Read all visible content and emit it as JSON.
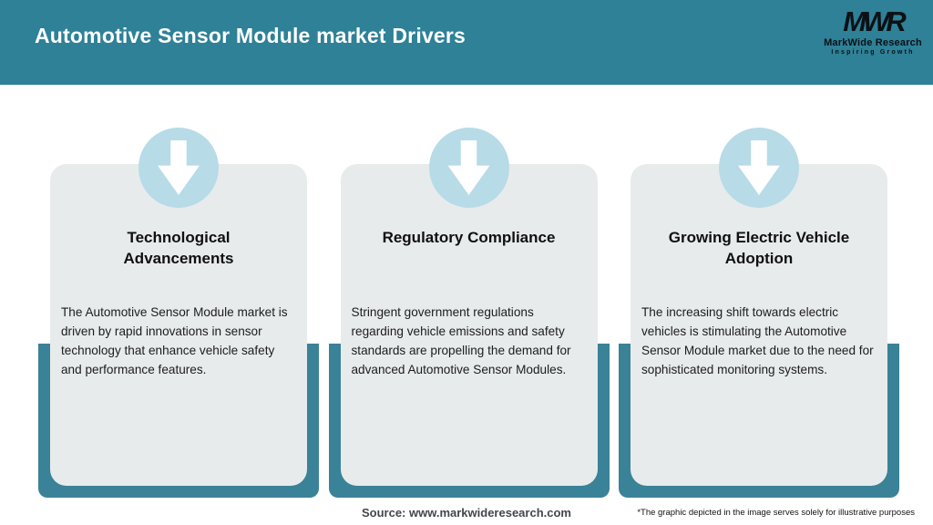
{
  "header": {
    "title": "Automotive Sensor Module market Drivers"
  },
  "logo": {
    "monogram": "MWR",
    "name": "MarkWide Research",
    "tagline": "Inspiring Growth"
  },
  "cards": [
    {
      "icon": "arrow-down-icon",
      "title": "Technological Advancements",
      "body": "The Automotive Sensor Module market is driven by rapid innovations in sensor technology that enhance vehicle safety and performance features."
    },
    {
      "icon": "arrow-down-icon",
      "title": "Regulatory Compliance",
      "body": "Stringent government regulations regarding vehicle emissions and safety standards are propelling the demand for advanced Automotive Sensor Modules."
    },
    {
      "icon": "arrow-down-icon",
      "title": "Growing Electric Vehicle Adoption",
      "body": "The increasing shift towards electric vehicles is stimulating the Automotive Sensor Module market due to the need for sophisticated monitoring systems."
    }
  ],
  "footer": {
    "source": "Source: www.markwideresearch.com",
    "disclaimer": "*The graphic depicted in the image serves solely for illustrative purposes"
  },
  "colors": {
    "header_teal": "#2E8197",
    "backdrop_teal": "#3A8297",
    "card_gray": "#E8EBEC",
    "badge_blue": "#B7DBE7",
    "title_text": "#101010",
    "source_text": "#41474C",
    "header_text": "#FFFFFF"
  }
}
